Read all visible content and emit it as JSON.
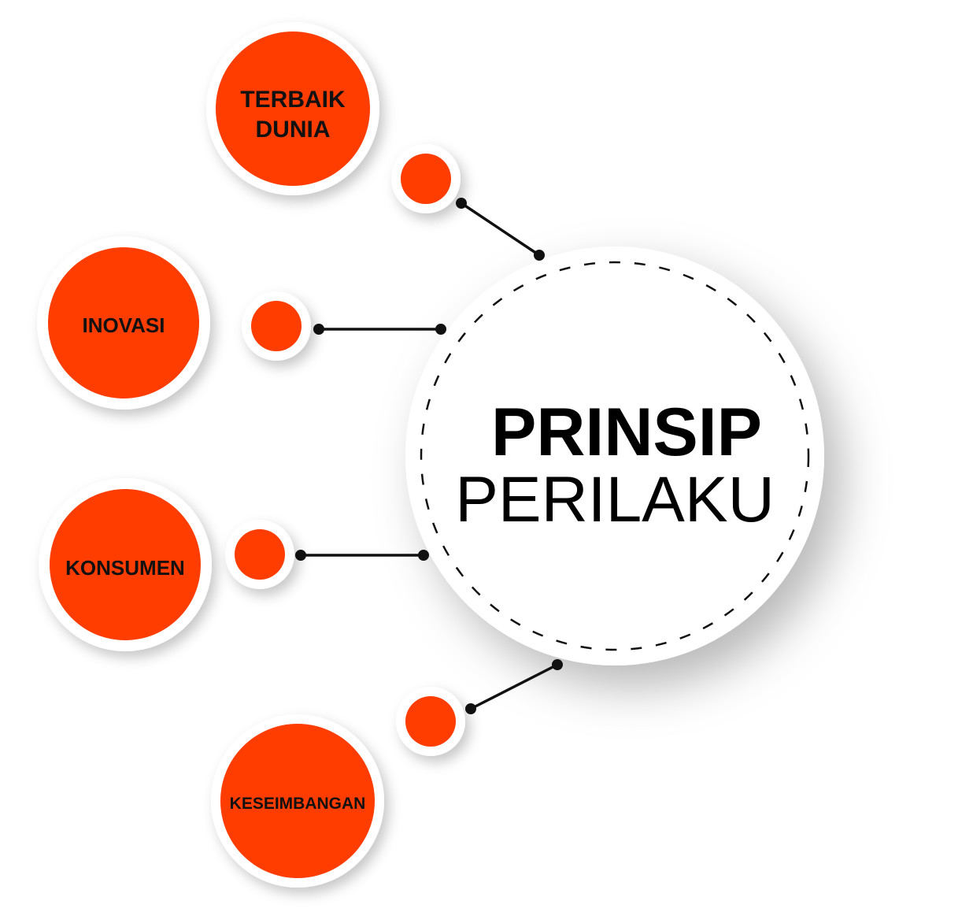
{
  "colors": {
    "accent": "#FF3D00",
    "ring": "#FFFFFF",
    "line": "#111111",
    "text": "#111111"
  },
  "center": {
    "title_line1": "PRINSIP",
    "title_line2": "PERILAKU"
  },
  "nodes": [
    {
      "line1": "TERBAIK",
      "line2": "DUNIA"
    },
    {
      "line1": "INOVASI"
    },
    {
      "line1": "KONSUMEN"
    },
    {
      "line1": "KESEIMBANGAN"
    }
  ]
}
